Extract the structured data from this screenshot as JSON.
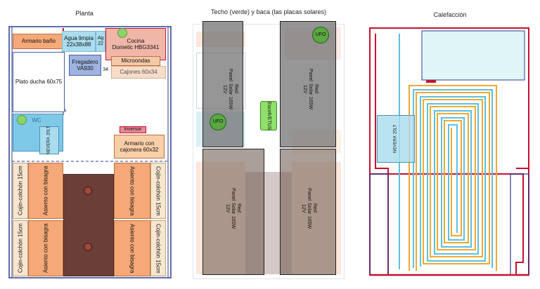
{
  "titles": {
    "planta": "Planta",
    "techo": "Techo (verde) y baca (las placas solares)",
    "calefaccion": "Calefacción"
  },
  "planta": {
    "armario_bano": "Armario baño",
    "agua_limpia": "Agua limpia",
    "agua_limpia_dim": "22x38x88",
    "agua2": "Ag",
    "agua2_dim": "22",
    "cocina": "Cocina",
    "cocina_model": "Dometic HBG3341",
    "fregadero": "Fregadero",
    "fregadero_model": "VA930",
    "fregadero_dim": "34",
    "microondas": "Microondas",
    "cajones": "Cajones 60x34",
    "plato_ducha": "Plato ducha 60x75",
    "wc": "WC",
    "nevera": "NEVERA",
    "nevera_cap": "20LT",
    "inversor": "Inversor",
    "armario_cajonera": "Armario con cajonera 60x32",
    "cojin_1": "Cojín-colchón 15cm",
    "cojin_2": "Cojín-colchón 15cm",
    "cojin_3": "Cojín-colchón 15cm",
    "cojin_4": "Cojín-colchón 15cm",
    "asiento_1": "Asiento con bisagra",
    "asiento_2": "Asiento con bisagra",
    "asiento_3": "Asiento con bisagra",
    "asiento_4": "Asiento con bisagra"
  },
  "techo": {
    "panel_1": "Panel",
    "panel_2": "Red Solar 12V",
    "panel_3": "165W",
    "ufo": "UFO",
    "escotilla_1": "Escot",
    "escotilla_2": "VETUS"
  },
  "calefaccion": {
    "nevera": "NEVERA",
    "nevera_cap": "20LT"
  },
  "colors": {
    "outline": "#2c3e8f",
    "orange": "#f5a878",
    "brown": "#6b3f38",
    "cyan": "#a9dcef",
    "green": "#6cc24a",
    "panel": "#7d7d7d",
    "heater_red": "#c8102e",
    "heater_blue": "#5bc0e0",
    "heater_orange": "#f0a830"
  }
}
